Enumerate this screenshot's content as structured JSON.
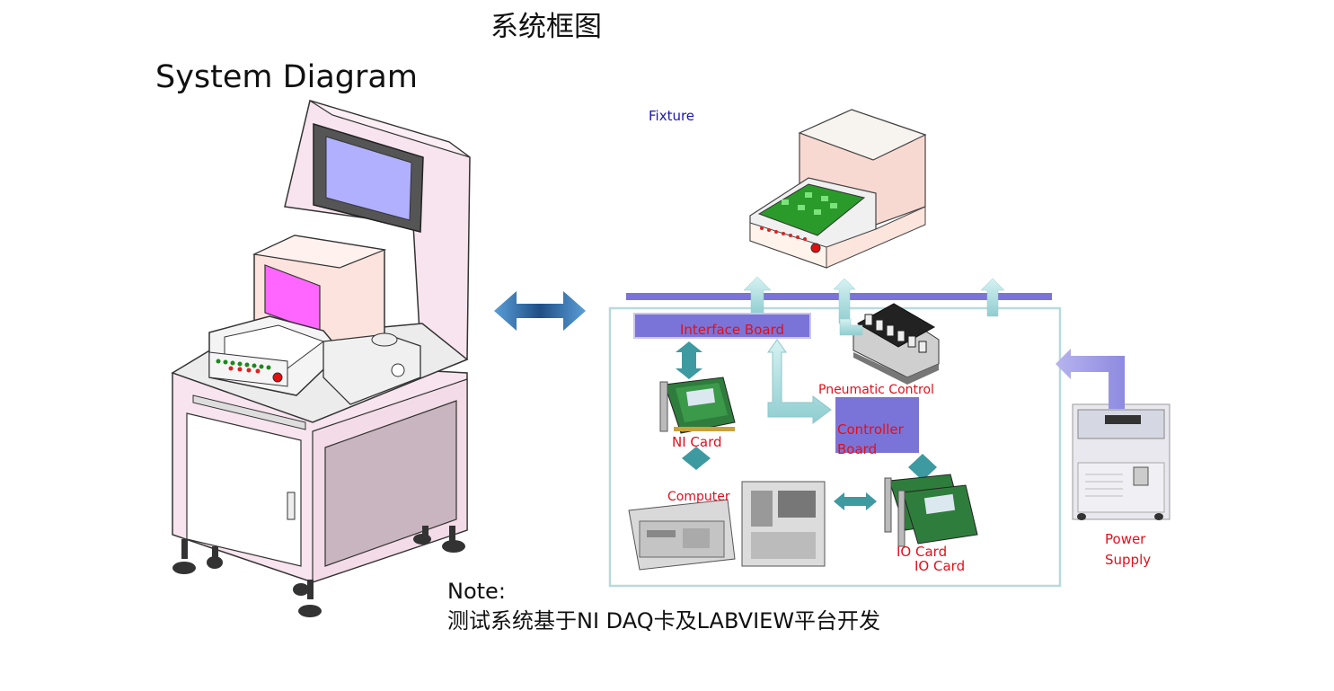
{
  "header": {
    "title_cn": "系统框图",
    "title_en": "System Diagram"
  },
  "labels": {
    "fixture": "Fixture",
    "interface_board": "Interface Board",
    "pneumatic_control": "Pneumatic Control",
    "controller_board_line1": "Controller",
    "controller_board_line2": "Board",
    "ni_card": "NI Card",
    "computer": "Computer",
    "io_card_1": "IO Card",
    "io_card_2": "IO Card",
    "power_supply_line1": "Power",
    "power_supply_line2": "Supply"
  },
  "note": {
    "heading": "Note:",
    "text": "测试系统基于NI DAQ卡及LABVIEW平台开发"
  },
  "colors": {
    "machine_body": "#f7e4ee",
    "screen": "#b0b0ff",
    "magenta_panel": "#ff66ff",
    "board": "#7b74d8",
    "arrow_teal": "#3d9aa0",
    "arrow_light": "#a9dfe0",
    "arrow_blue": "#2e7fc7",
    "label_red": "#e0101a",
    "label_blue": "#1a1aa8"
  }
}
